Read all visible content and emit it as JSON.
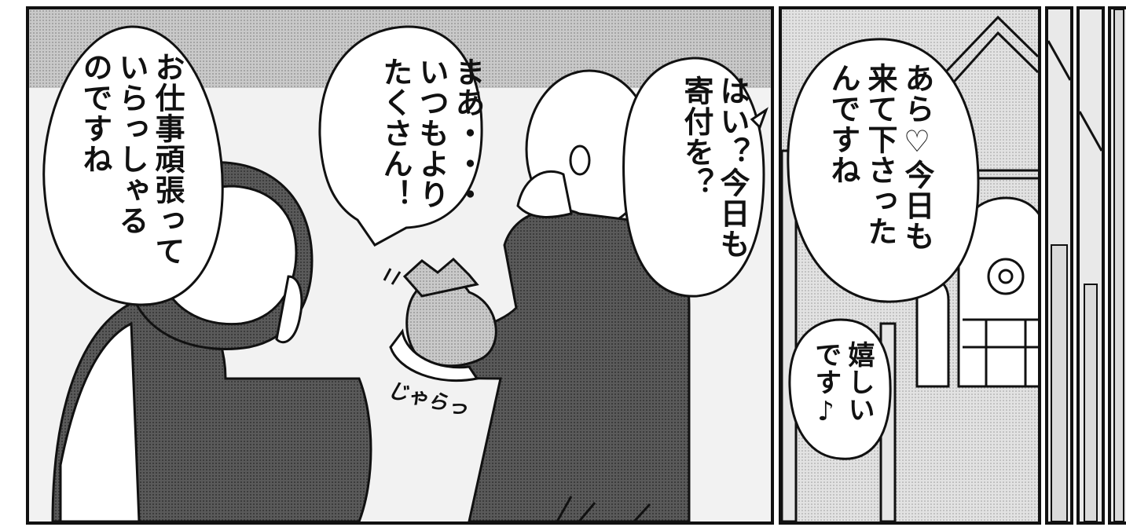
{
  "panels": {
    "left": {
      "bubbles": [
        {
          "text": "お仕事頑張って\nいらっしゃる\nのですね"
        },
        {
          "text": "まあ・・・\nいつもより\nたくさん！"
        },
        {
          "text": "はい？今日も\n寄付を？"
        }
      ],
      "sfx": "じゃらっ"
    },
    "right": {
      "bubbles": [
        {
          "text": "あら♡今日も\n来て下さった\nんですね"
        },
        {
          "text": "嬉しい\nです♪"
        }
      ]
    }
  },
  "colors": {
    "ink": "#111111",
    "screentone": "#b5b5b5",
    "paper": "#ffffff"
  }
}
